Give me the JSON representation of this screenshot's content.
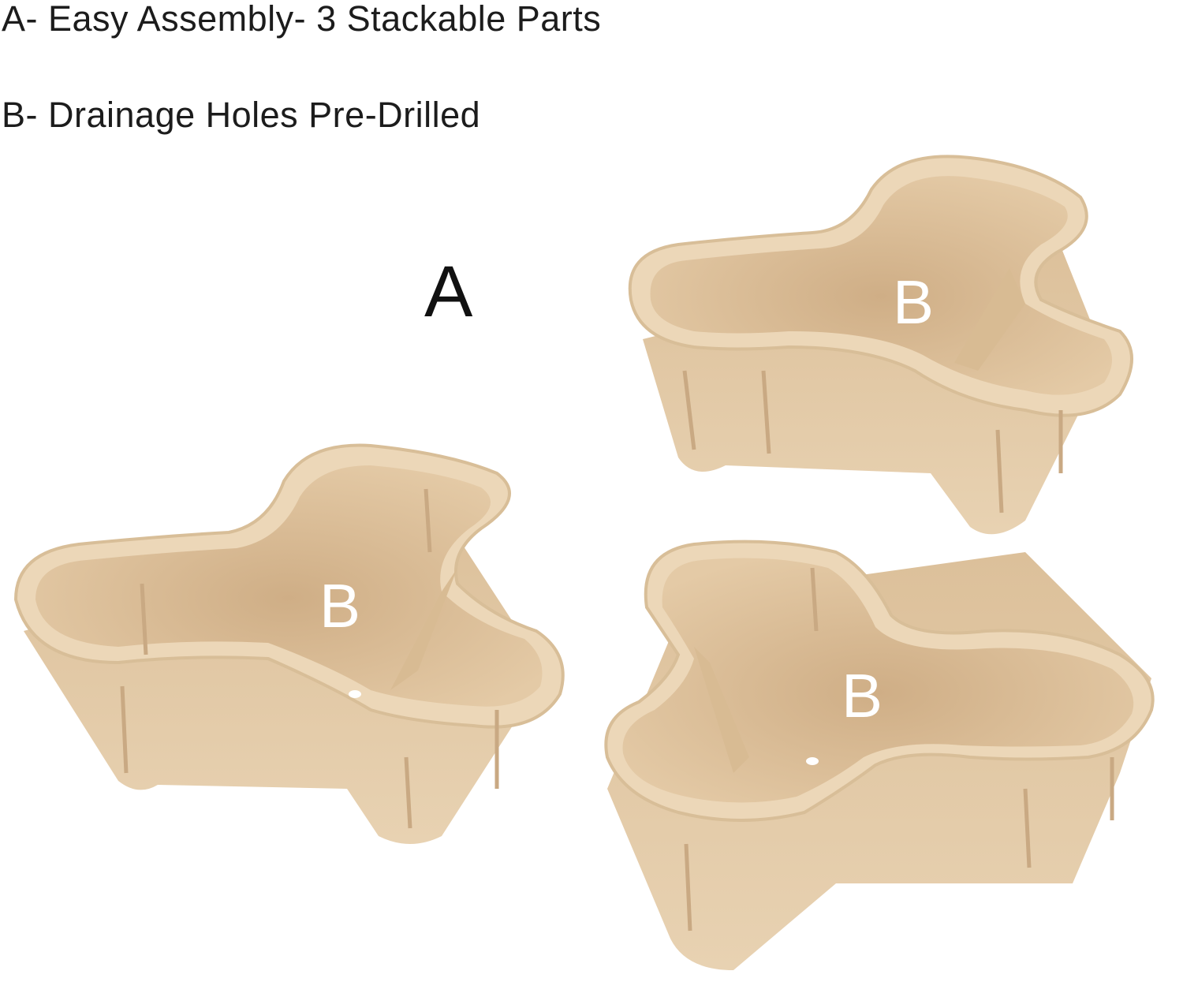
{
  "captions": {
    "a": "A- Easy Assembly- 3 Stackable Parts",
    "b": "B- Drainage Holes Pre-Drilled"
  },
  "labels": {
    "part": "A",
    "holes": [
      "B",
      "B",
      "B"
    ]
  },
  "colors": {
    "planter_rim": "#ecd7b8",
    "planter_inside": "#e2c6a0",
    "planter_shadow": "#c9a983",
    "background": "#ffffff"
  }
}
